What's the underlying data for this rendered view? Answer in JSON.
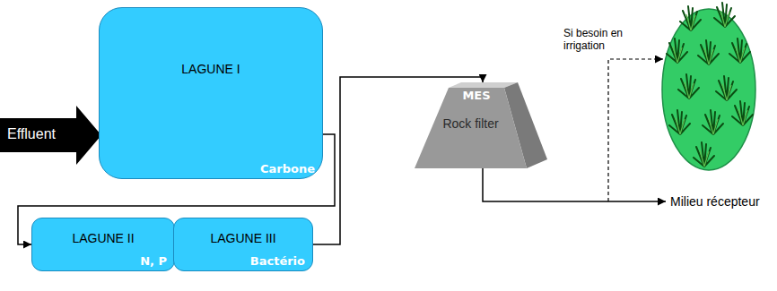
{
  "diagram": {
    "nodes": [
      {
        "text": [
          "Effluent"
        ]
      },
      {
        "text": [
          "LAGUNE I",
          "Carbone"
        ]
      },
      {
        "text": [
          "LAGUNE II",
          "N, P"
        ]
      },
      {
        "text": [
          "LAGUNE III",
          "Bactério"
        ]
      },
      {
        "text": [
          "MES",
          "Rock filter"
        ]
      }
    ],
    "edges": [
      {
        "from": 1,
        "to": 2,
        "arrow": "to"
      },
      {
        "from": 2,
        "to": 3,
        "arrow": "to"
      },
      {
        "from": 3,
        "to": 4,
        "arrow": "to"
      }
    ],
    "labels": [
      "Si besoin en irrigation",
      "Milieu récepteur"
    ]
  }
}
